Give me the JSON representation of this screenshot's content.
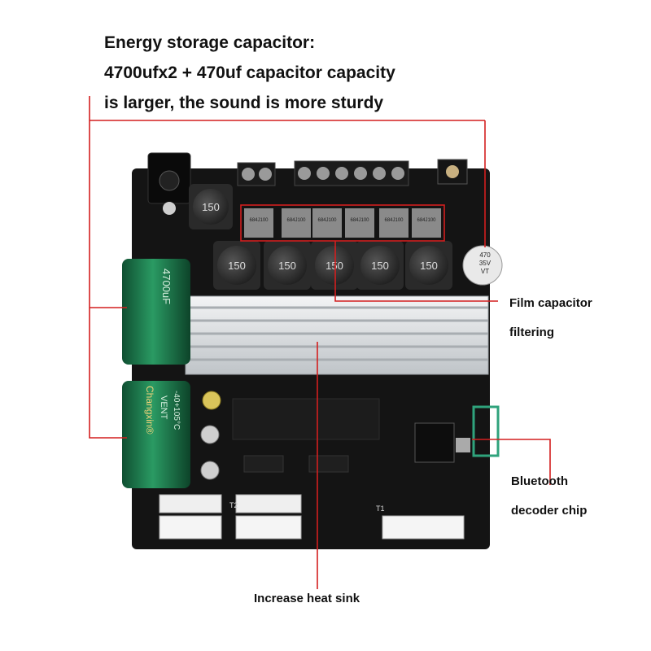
{
  "caption": {
    "line1": "Energy storage capacitor:",
    "line2": "4700ufx2 + 470uf capacitor capacity",
    "line3": "is larger, the sound is more sturdy"
  },
  "callouts": {
    "film_capacitor_line1": "Film capacitor",
    "film_capacitor_line2": "filtering",
    "bluetooth_line1": "Bluetooth",
    "bluetooth_line2": "decoder chip",
    "heat_sink": "Increase heat sink"
  },
  "board_text": {
    "inductor": "150",
    "film_cap": "684J100",
    "cap_big_value": "4700uF",
    "cap_brand": "Changxin®",
    "cap_vent": "VENT",
    "cap_temp": "-40+105°C",
    "small_cap_value": "470",
    "small_cap_voltage": "35V",
    "small_cap_series": "VT",
    "conn_t1": "T1",
    "conn_t2": "T2"
  },
  "colors": {
    "callout_line": "#d31f1f",
    "pcb": "#141414",
    "capacitor_green": "#1f7a4d",
    "heat_sink": "#d9dde0"
  }
}
